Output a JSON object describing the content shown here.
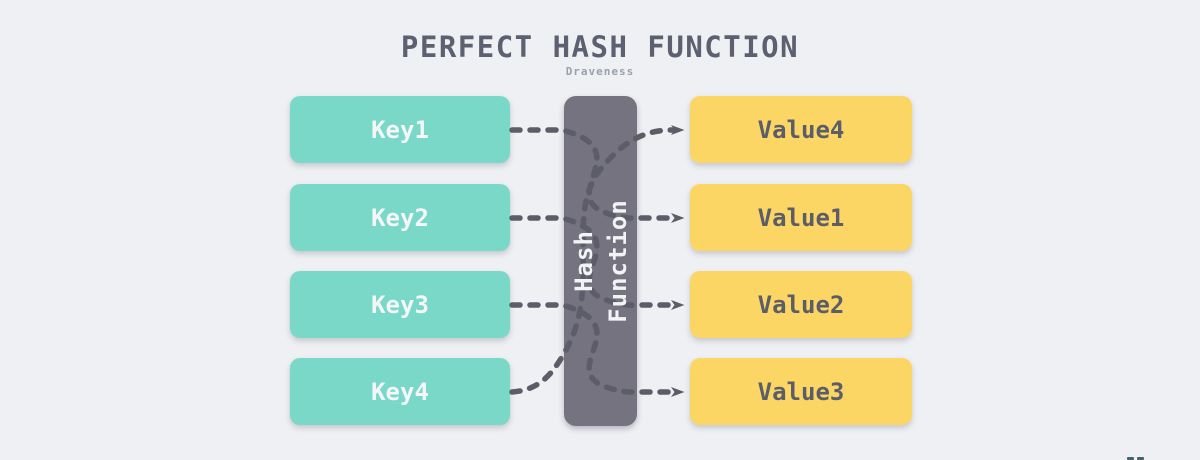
{
  "title": "PERFECT HASH FUNCTION",
  "subtitle": "Draveness",
  "keys": [
    "Key1",
    "Key2",
    "Key3",
    "Key4"
  ],
  "values": [
    "Value4",
    "Value1",
    "Value2",
    "Value3"
  ],
  "hash_function": {
    "line1": "Hash",
    "line2": "Function"
  },
  "mappings": [
    {
      "from": "Key1",
      "to": "Value1"
    },
    {
      "from": "Key2",
      "to": "Value2"
    },
    {
      "from": "Key3",
      "to": "Value3"
    },
    {
      "from": "Key4",
      "to": "Value4"
    }
  ],
  "colors": {
    "background": "#eef0f3",
    "key_box": "#79d8c8",
    "value_box": "#fbd664",
    "hash_box": "#74737f",
    "connector": "#5c5d69",
    "title_text": "#5d6070",
    "subtitle_text": "#9aa1ac",
    "key_text": "#f4f6f7",
    "value_text": "#5b5d68",
    "hash_text": "#f2f3f5"
  }
}
